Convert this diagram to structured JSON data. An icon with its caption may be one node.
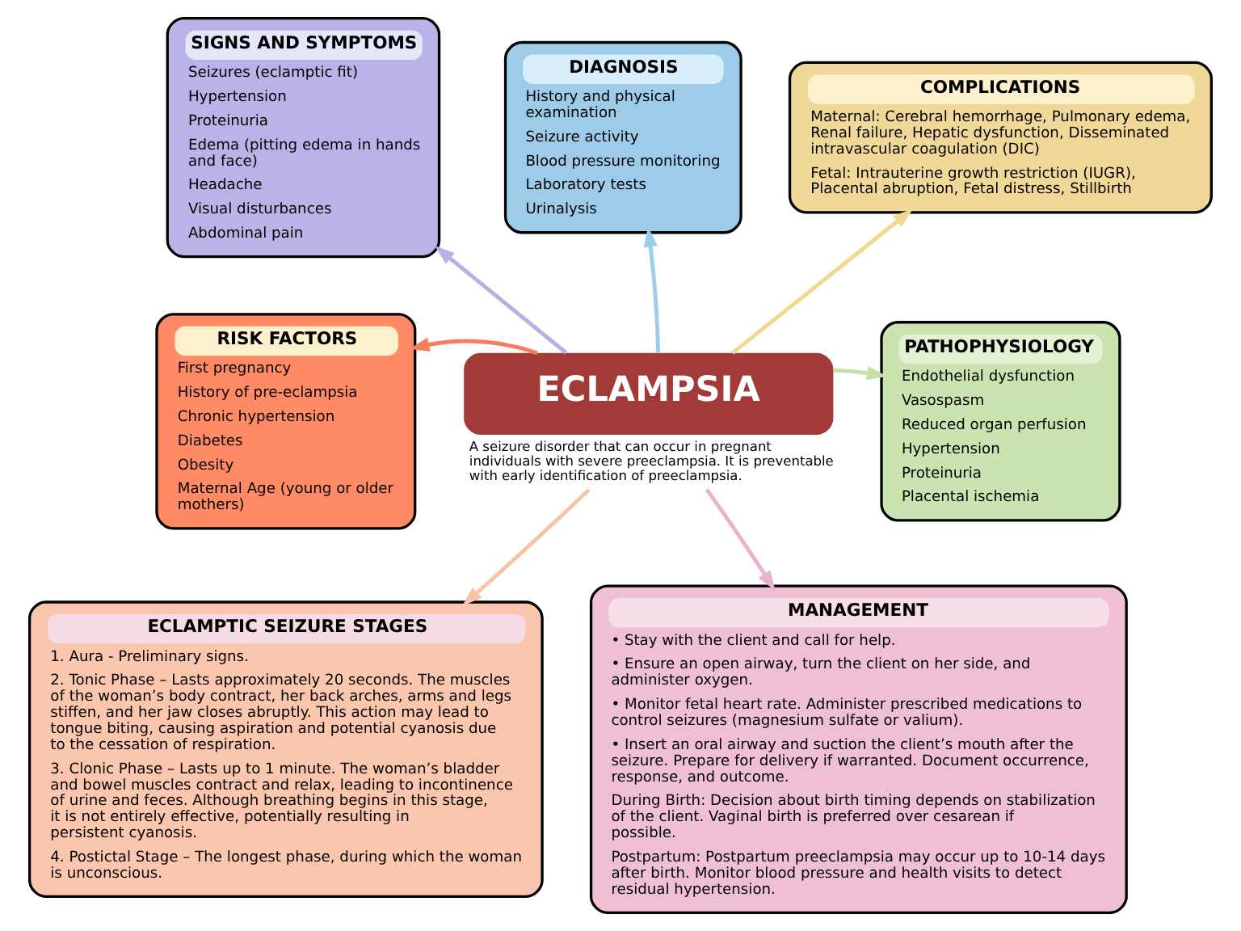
{
  "diagram": {
    "nodes": [
      {
        "text": [
          "SIGNS AND SYMPTOMS",
          "Seizures (eclamptic fit)",
          "Hypertension",
          "Proteinuria",
          "Edema (pitting edema in hands and face)",
          "Headache",
          "Visual disturbances",
          "Abdominal pain"
        ]
      },
      {
        "text": [
          "DIAGNOSIS",
          "History and physical examination",
          "Seizure activity",
          "Blood pressure monitoring",
          "Laboratory tests",
          "Urinalysis"
        ]
      },
      {
        "text": [
          "COMPLICATIONS",
          "Maternal: Cerebral hemorrhage, Pulmonary edema, Renal failure, Hepatic dysfunction, Disseminated intravascular coagulation (DIC)",
          "Fetal: Intrauterine growth restriction (IUGR), Placental abruption, Fetal distress, Stillbirth"
        ]
      },
      {
        "text": [
          "RISK FACTORS",
          "First pregnancy",
          "History of pre-eclampsia",
          "Chronic hypertension",
          "Diabetes",
          "Obesity",
          "Maternal Age (young or older mothers)"
        ]
      },
      {
        "text": [
          "ECLAMPSIA"
        ],
        "beside": [
          "A seizure disorder that can occur in pregnant individuals with severe preeclampsia. It is preventable with early identification of preeclampsia."
        ]
      },
      {
        "text": [
          "PATHOPHYSIOLOGY",
          "Endothelial dysfunction",
          "Vasospasm",
          "Reduced organ perfusion",
          "Hypertension",
          "Proteinuria",
          "Placental ischemia"
        ]
      },
      {
        "text": [
          "ECLAMPTIC SEIZURE STAGES",
          "1. Aura - Preliminary signs.",
          "2. Tonic Phase – Lasts approximately 20 seconds. The muscles of the woman’s body contract, her back arches, arms and legs stiffen, and her jaw closes abruptly. This action may lead to tongue biting, causing aspiration and potential cyanosis due to the cessation of respiration.",
          "3. Clonic Phase – Lasts up to 1 minute. The woman’s bladder and bowel muscles contract and relax, leading to incontinence of urine and feces. Although breathing begins in this stage, it is not entirely effective, potentially resulting in persistent cyanosis.",
          "4. Postictal Stage – The longest phase, during which the woman is unconscious."
        ]
      },
      {
        "text": [
          "MANAGEMENT",
          "• Stay with the client and call for help.",
          "• Ensure an open airway, turn the client on her side, and administer oxygen.",
          "• Monitor fetal heart rate. Administer prescribed medications to control seizures (magnesium sulfate or valium).",
          "• Insert an oral airway and suction the client’s mouth after the seizure. Prepare for delivery if warranted. Document occurrence, response, and outcome.",
          "During Birth: Decision about birth timing depends on stabilization of the client. Vaginal birth is preferred over cesarean if possible.",
          "Postpartum: Postpartum preeclampsia may occur up to 10-14 days after birth. Monitor blood pressure and health visits to detect residual hypertension."
        ]
      }
    ],
    "edges": [
      {
        "from": 4,
        "to": 0,
        "arrow": "to",
        "color": "#b9b0e6"
      },
      {
        "from": 4,
        "to": 1,
        "arrow": "to",
        "color": "#9fcdea"
      },
      {
        "from": 4,
        "to": 2,
        "arrow": "to",
        "color": "#f0d98c"
      },
      {
        "from": 4,
        "to": 3,
        "arrow": "to",
        "color": "#f47f5f"
      },
      {
        "from": 4,
        "to": 5,
        "arrow": "to",
        "color": "#c6e0a8"
      },
      {
        "from": 4,
        "to": 6,
        "arrow": "to",
        "color": "#f8c4a8"
      },
      {
        "from": 4,
        "to": 7,
        "arrow": "to",
        "color": "#e8b4cc"
      }
    ]
  }
}
